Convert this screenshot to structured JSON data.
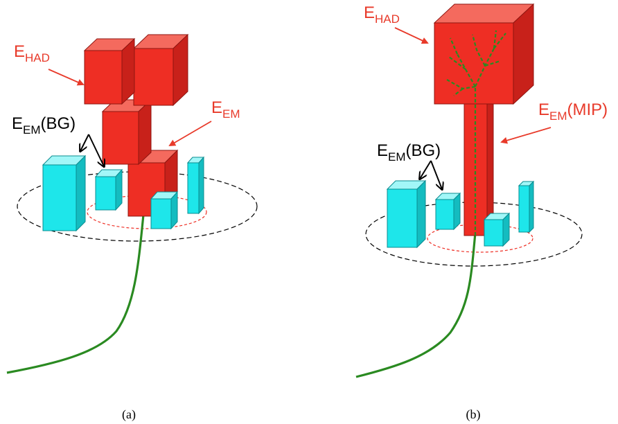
{
  "colors": {
    "hadronic_red": "#ee2e24",
    "red_top": "#f46a5e",
    "red_side": "#c8211a",
    "cyan_front": "#1ee6ea",
    "cyan_top": "#a2f7f8",
    "cyan_side": "#14bcc0",
    "track_green": "#2a8a21",
    "arrow_red": "#e83a2a",
    "label_black": "#000000"
  },
  "panel_a": {
    "caption": "(a)",
    "labels": {
      "e_had": {
        "base": "E",
        "sub": "HAD"
      },
      "e_em": {
        "base": "E",
        "sub": "EM"
      },
      "e_em_bg": {
        "base": "E",
        "sub": "EM",
        "suffix": "(BG)"
      }
    }
  },
  "panel_b": {
    "caption": "(b)",
    "labels": {
      "e_had": {
        "base": "E",
        "sub": "HAD"
      },
      "e_em_mip": {
        "base": "E",
        "sub": "EM",
        "suffix": "(MIP)"
      },
      "e_em_bg": {
        "base": "E",
        "sub": "EM",
        "suffix": "(BG)"
      }
    }
  }
}
